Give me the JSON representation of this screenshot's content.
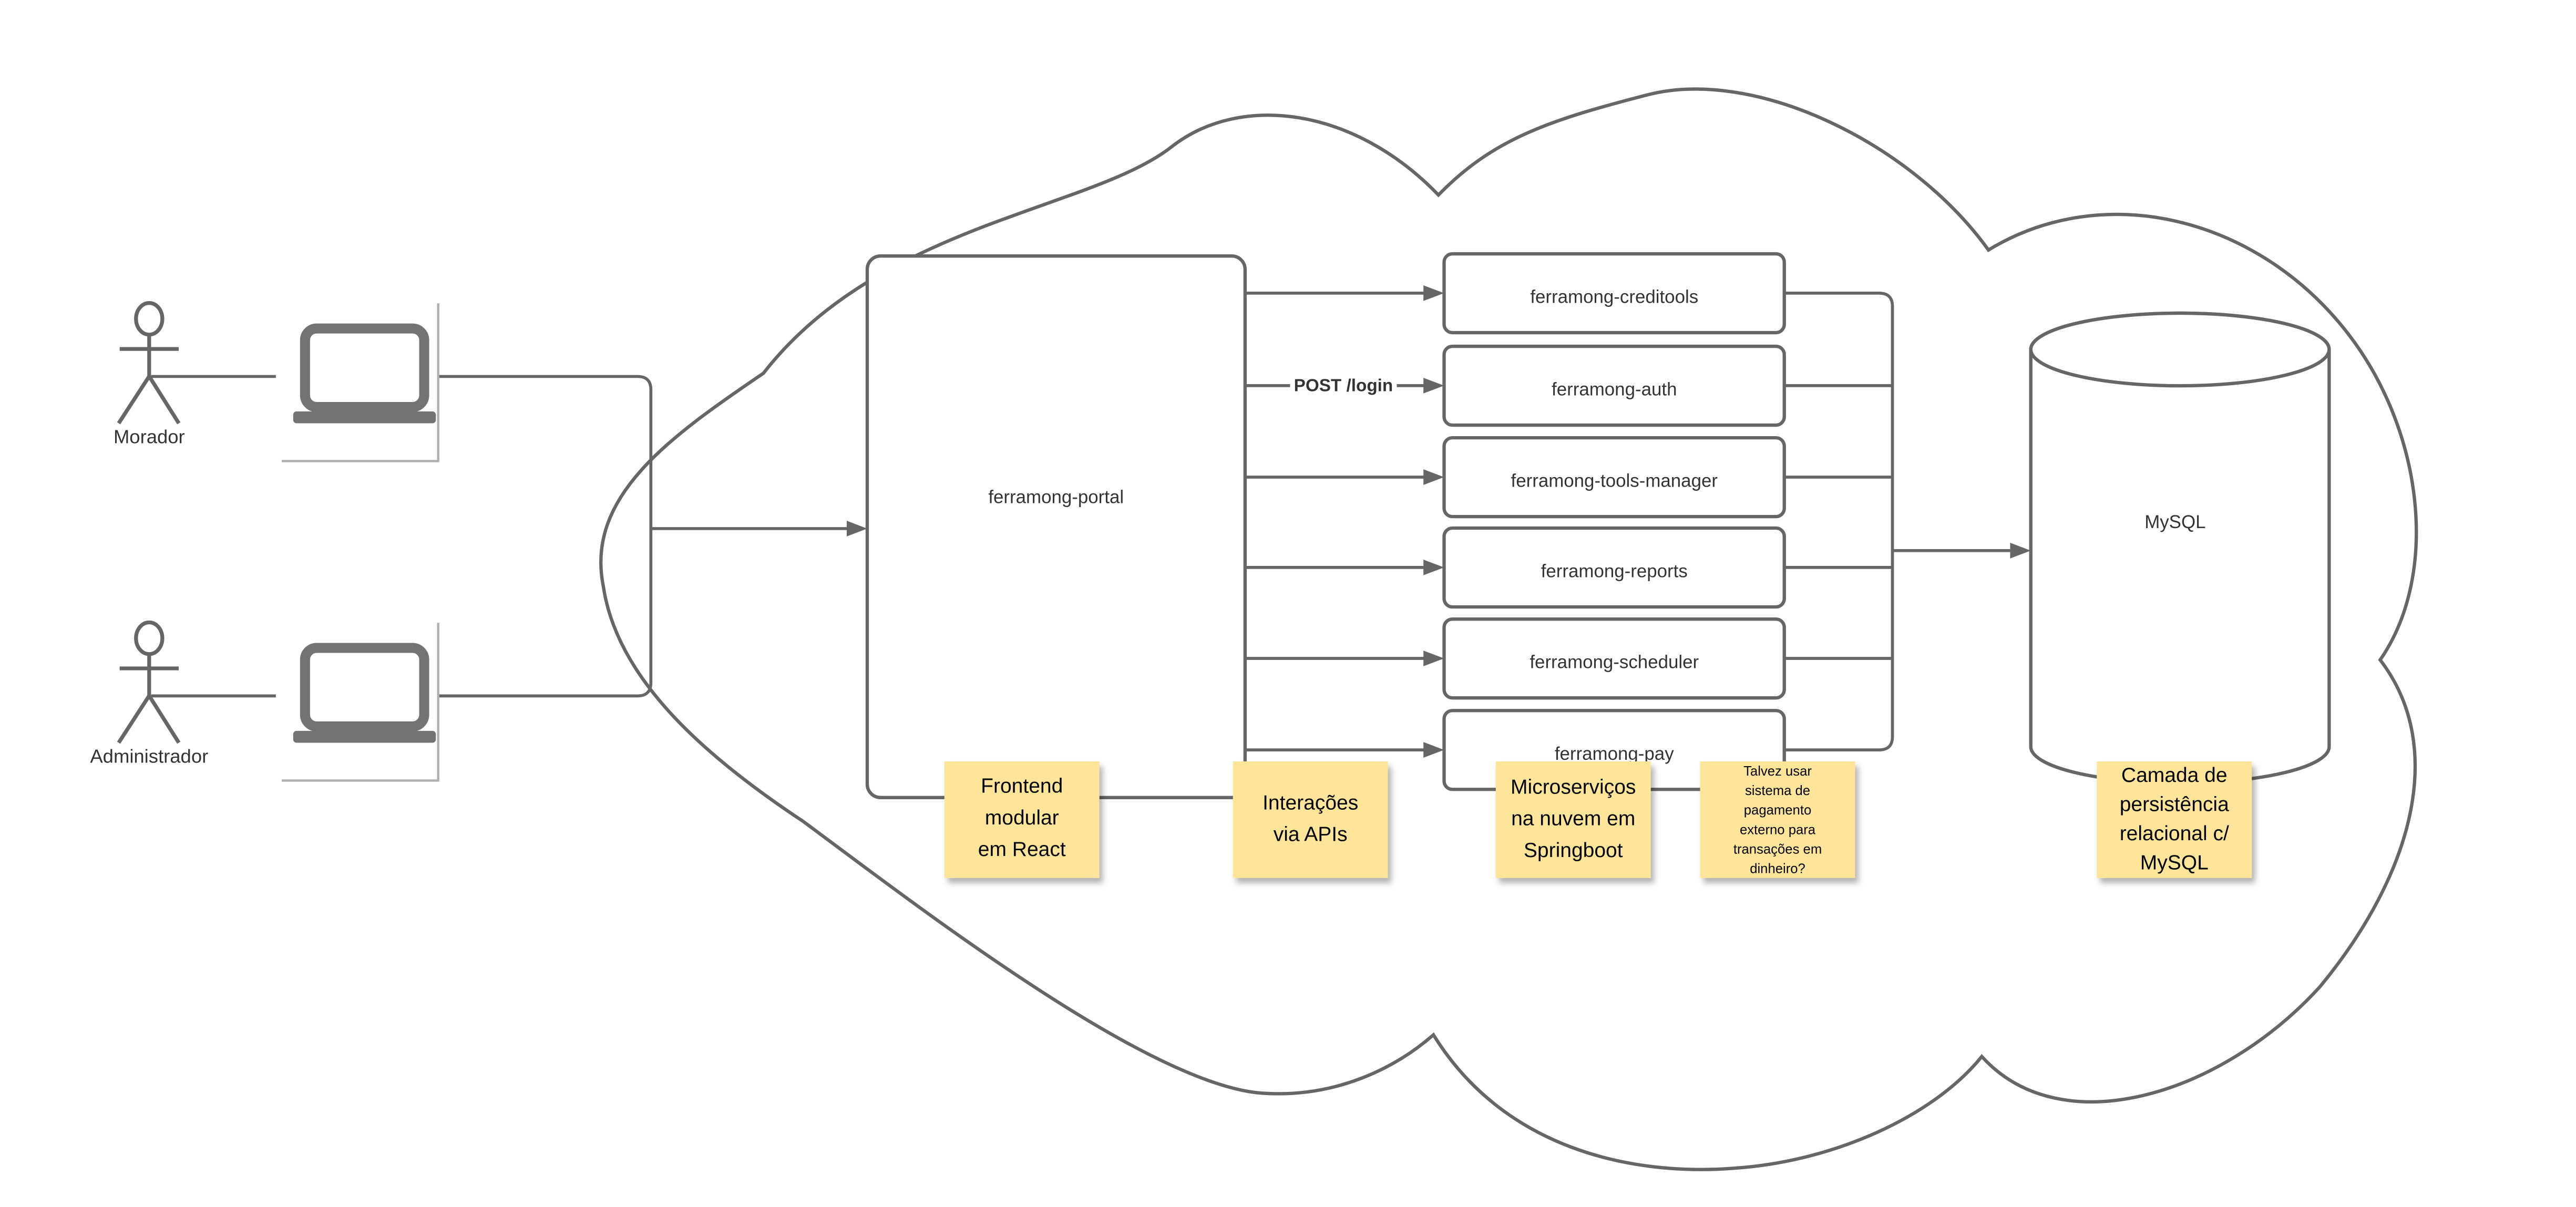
{
  "diagram": {
    "actors": [
      {
        "label": "Morador"
      },
      {
        "label": "Administrador"
      }
    ],
    "portal": {
      "label": "ferramong-portal"
    },
    "services": [
      {
        "label": "ferramong-creditools"
      },
      {
        "label": "ferramong-auth"
      },
      {
        "label": "ferramong-tools-manager"
      },
      {
        "label": "ferramong-reports"
      },
      {
        "label": "ferramong-scheduler"
      },
      {
        "label": "ferramong-pay"
      }
    ],
    "database": {
      "label": "MySQL"
    },
    "edge_label": "POST /login",
    "notes": [
      {
        "lines": [
          "Frontend",
          "modular",
          "em React"
        ]
      },
      {
        "lines": [
          "Interações",
          "via APIs"
        ]
      },
      {
        "lines": [
          "Microserviços",
          "na nuvem em",
          "Springboot"
        ]
      },
      {
        "lines": [
          "Talvez usar",
          "sistema de",
          "pagamento",
          "externo para",
          "transações em",
          "dinheiro?"
        ]
      },
      {
        "lines": [
          "Camada de",
          "persistência",
          "relacional c/",
          "MySQL"
        ]
      }
    ],
    "colors": {
      "stroke": "#666666",
      "note_fill": "#FFE599",
      "label_text": "#333333",
      "note_text": "#000000",
      "background": "#ffffff"
    }
  }
}
